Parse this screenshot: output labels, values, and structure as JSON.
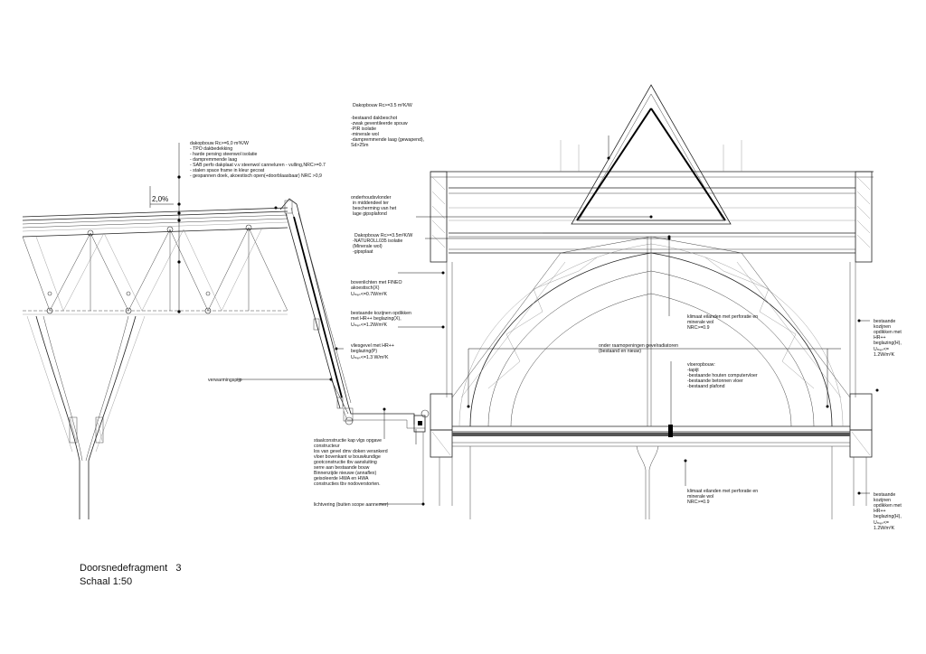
{
  "drawing": {
    "title": "Doorsnedefragment   3",
    "scale": "Schaal 1:50",
    "slope": "2,0%"
  },
  "notes": {
    "dakopbouw_left": [
      "dakopbouw Rc>=6,0 m²K/W",
      "- TPO dakbedekking",
      "- harde persing steenwol isolatie",
      "- dampremmende laag",
      "- SAB perfo dakplaat v.v steenwol canneluren - vulling,NRC>=0.7",
      "- stalen space frame in kleur gecoat",
      "- gespannen doek, akoestisch open(+doorblaasbaar) NRC >0,9"
    ],
    "verwarmingspijp": "verwarmingspijp",
    "vliesgevel": [
      "vliesgevel met HR++",
      "beglazing(P)",
      "Uₘₑₛ<=1.3 W/m²K"
    ],
    "staalconstructie": [
      "staalconstructie kap vlgs opgave",
      "constructeur",
      "los van gevel dmv doken verankerd",
      "vloer bovenkant w bouwkundige",
      "gootconstructie tbv aansluiting",
      "serre aan bestaande bouw",
      "Binnenzijde nieuwe (annaflex)",
      "geisoleerde HWA en HWA",
      "constructies tbv nodoverstorten."
    ],
    "lichtvering": "lichtvering (buiten scope aannemer)",
    "dakopbouw_top": [
      "Dakopbouw Rᴄ>=3.5 m²K/W",
      "-bestaand dakbeschot",
      "-zwak geventileerde spouw",
      "-PIR isolatie",
      "-minerale wol",
      "-dampremmende laag (gewapend),",
      "Sd>25m"
    ],
    "onderhoud": [
      "onderhoudsvlonder",
      "in middendeel ter",
      "bescherming van het",
      "lage gipsplafond"
    ],
    "dakopbouw_mid": [
      "Dakopbouw Rc>=3.5m²K/W",
      "-NATUROLL035 isolatie",
      "(Minerale wol)",
      "-gipsplaat"
    ],
    "bovenlichten": [
      "bovenlichten met FINEO",
      "akoestisch(X)",
      "Uₘₑₛ<=0.7W/m²K"
    ],
    "kozijnen_mid": [
      "bestaande kozijnen opdikken",
      "met  HR++  beglazing(X),",
      "Uₘₑₛ<=1.2W/m²K"
    ],
    "klimaat_upper": [
      "klimaat eilanden met perforatie en",
      "minerale wol",
      "NRC>=0.9"
    ],
    "onder_raam": [
      "onder raamopeningen gevelradiatoren",
      "(bestaand en nieuw)"
    ],
    "vloeropbouw": [
      "vloeropbouw:",
      "-tapijt",
      "-bestaande houten computervloer",
      "-bestaande betonnen vloer",
      "-bestaand plafond"
    ],
    "klimaat_lower": [
      "klimaat eilanden met perforatie en",
      "minerale wol",
      "NRC>=0.9"
    ],
    "kozijnen_right_upper": [
      "bestaande",
      "kozijnen",
      "opdikken met",
      "HR++",
      "beglazing(H),",
      "Uₘₑₛ<=",
      "1.2W/m²K"
    ],
    "kozijnen_right_lower": [
      "bestaande",
      "kozijnen",
      "opdikken met",
      "HR++",
      "beglazing(H),",
      "Uₘₑₛ<=",
      "1.2W/m²K"
    ]
  }
}
